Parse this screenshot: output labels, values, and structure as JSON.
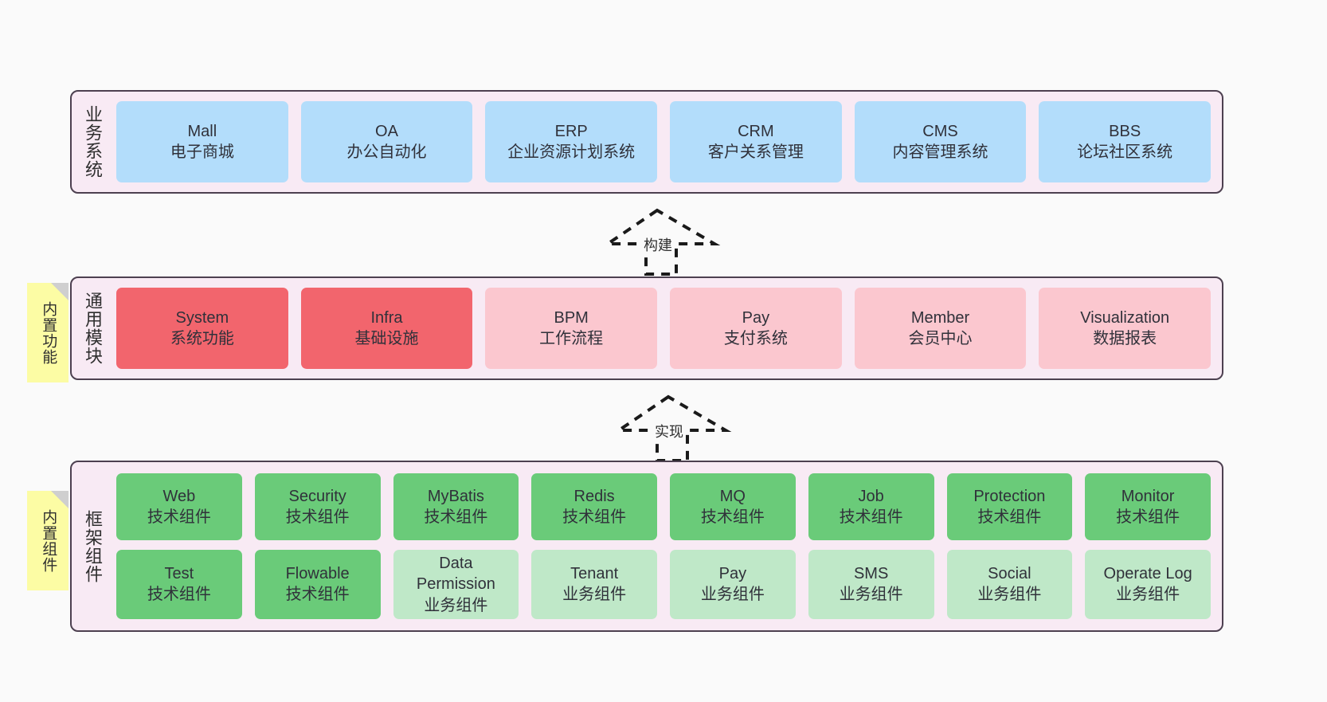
{
  "diagram": {
    "title": "",
    "colors": {
      "canvas": "#fafafa",
      "panel_bg": "#f8eaf4",
      "panel_border": "#4d4050",
      "blue": "#b3ddfb",
      "red": "#f2656d",
      "pink": "#fbc7cf",
      "green": "#6acb79",
      "green_light": "#bfe8c8",
      "note_yellow": "#fcfca4",
      "note_fold": "#cfcfcf"
    }
  },
  "layers": [
    {
      "id": "business-systems",
      "title": "业务系统",
      "note": null,
      "rows": [
        {
          "cards": [
            {
              "en": "Mall",
              "cn": "电子商城",
              "style": "blue"
            },
            {
              "en": "OA",
              "cn": "办公自动化",
              "style": "blue"
            },
            {
              "en": "ERP",
              "cn": "企业资源计划系统",
              "style": "blue"
            },
            {
              "en": "CRM",
              "cn": "客户关系管理",
              "style": "blue"
            },
            {
              "en": "CMS",
              "cn": "内容管理系统",
              "style": "blue"
            },
            {
              "en": "BBS",
              "cn": "论坛社区系统",
              "style": "blue"
            }
          ]
        }
      ]
    },
    {
      "id": "common-modules",
      "title": "通用模块",
      "note": "内置功能",
      "rows": [
        {
          "cards": [
            {
              "en": "System",
              "cn": "系统功能",
              "style": "red"
            },
            {
              "en": "Infra",
              "cn": "基础设施",
              "style": "red"
            },
            {
              "en": "BPM",
              "cn": "工作流程",
              "style": "pink"
            },
            {
              "en": "Pay",
              "cn": "支付系统",
              "style": "pink"
            },
            {
              "en": "Member",
              "cn": "会员中心",
              "style": "pink"
            },
            {
              "en": "Visualization",
              "cn": "数据报表",
              "style": "pink"
            }
          ]
        }
      ]
    },
    {
      "id": "framework-components",
      "title": "框架组件",
      "note": "内置组件",
      "rows": [
        {
          "cards": [
            {
              "en": "Web",
              "cn": "技术组件",
              "style": "green"
            },
            {
              "en": "Security",
              "cn": "技术组件",
              "style": "green"
            },
            {
              "en": "MyBatis",
              "cn": "技术组件",
              "style": "green"
            },
            {
              "en": "Redis",
              "cn": "技术组件",
              "style": "green"
            },
            {
              "en": "MQ",
              "cn": "技术组件",
              "style": "green"
            },
            {
              "en": "Job",
              "cn": "技术组件",
              "style": "green"
            },
            {
              "en": "Protection",
              "cn": "技术组件",
              "style": "green"
            },
            {
              "en": "Monitor",
              "cn": "技术组件",
              "style": "green"
            }
          ]
        },
        {
          "cards": [
            {
              "en": "Test",
              "cn": "技术组件",
              "style": "green"
            },
            {
              "en": "Flowable",
              "cn": "技术组件",
              "style": "green"
            },
            {
              "en": "Data Permission",
              "cn": "业务组件",
              "style": "green-light"
            },
            {
              "en": "Tenant",
              "cn": "业务组件",
              "style": "green-light"
            },
            {
              "en": "Pay",
              "cn": "业务组件",
              "style": "green-light"
            },
            {
              "en": "SMS",
              "cn": "业务组件",
              "style": "green-light"
            },
            {
              "en": "Social",
              "cn": "业务组件",
              "style": "green-light"
            },
            {
              "en": "Operate Log",
              "cn": "业务组件",
              "style": "green-light"
            }
          ]
        }
      ]
    }
  ],
  "connectors": [
    {
      "id": "build",
      "label": "构建"
    },
    {
      "id": "implement",
      "label": "实现"
    }
  ]
}
